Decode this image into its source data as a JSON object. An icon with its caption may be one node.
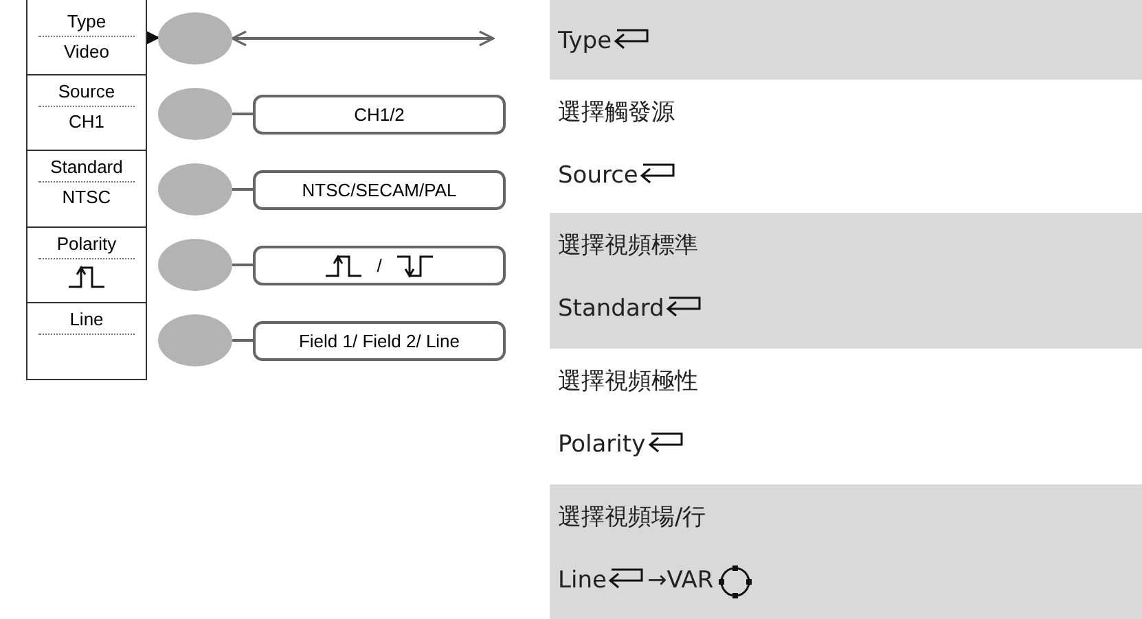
{
  "diagram": {
    "nodes": [
      {
        "text": [
          "Type",
          "Video"
        ]
      },
      {
        "text": [
          "Source",
          "CH1"
        ]
      },
      {
        "text": [
          "Standard",
          "NTSC"
        ]
      },
      {
        "text": [
          "Polarity"
        ]
      },
      {
        "text": [
          "Line"
        ]
      },
      {
        "text": [],
        "shape": "circle"
      },
      {
        "text": [],
        "shape": "circle"
      },
      {
        "text": [],
        "shape": "circle"
      },
      {
        "text": [],
        "shape": "circle"
      },
      {
        "text": [],
        "shape": "circle"
      },
      {
        "text": [
          "CH1/2"
        ]
      },
      {
        "text": [
          "NTSC/SECAM/PAL"
        ]
      },
      {
        "text": [
          "/"
        ]
      },
      {
        "text": [
          "Field 1/ Field 2/ Line"
        ]
      }
    ],
    "edges": [
      {
        "from": 0,
        "to": 5,
        "arrow": "to"
      },
      {
        "from": 5,
        "to": null,
        "arrow": "both"
      },
      {
        "from": 6,
        "to": 10,
        "arrow": "none"
      },
      {
        "from": 7,
        "to": 11,
        "arrow": "none"
      },
      {
        "from": 8,
        "to": 12,
        "arrow": "none"
      },
      {
        "from": 9,
        "to": 13,
        "arrow": "none"
      }
    ],
    "labels": [
      "Type",
      "選擇觸發源",
      "Source",
      "選擇視頻標準",
      "Standard",
      "選擇視頻極性",
      "Polarity",
      "選擇視頻場/行",
      "Line",
      "→VAR"
    ]
  }
}
